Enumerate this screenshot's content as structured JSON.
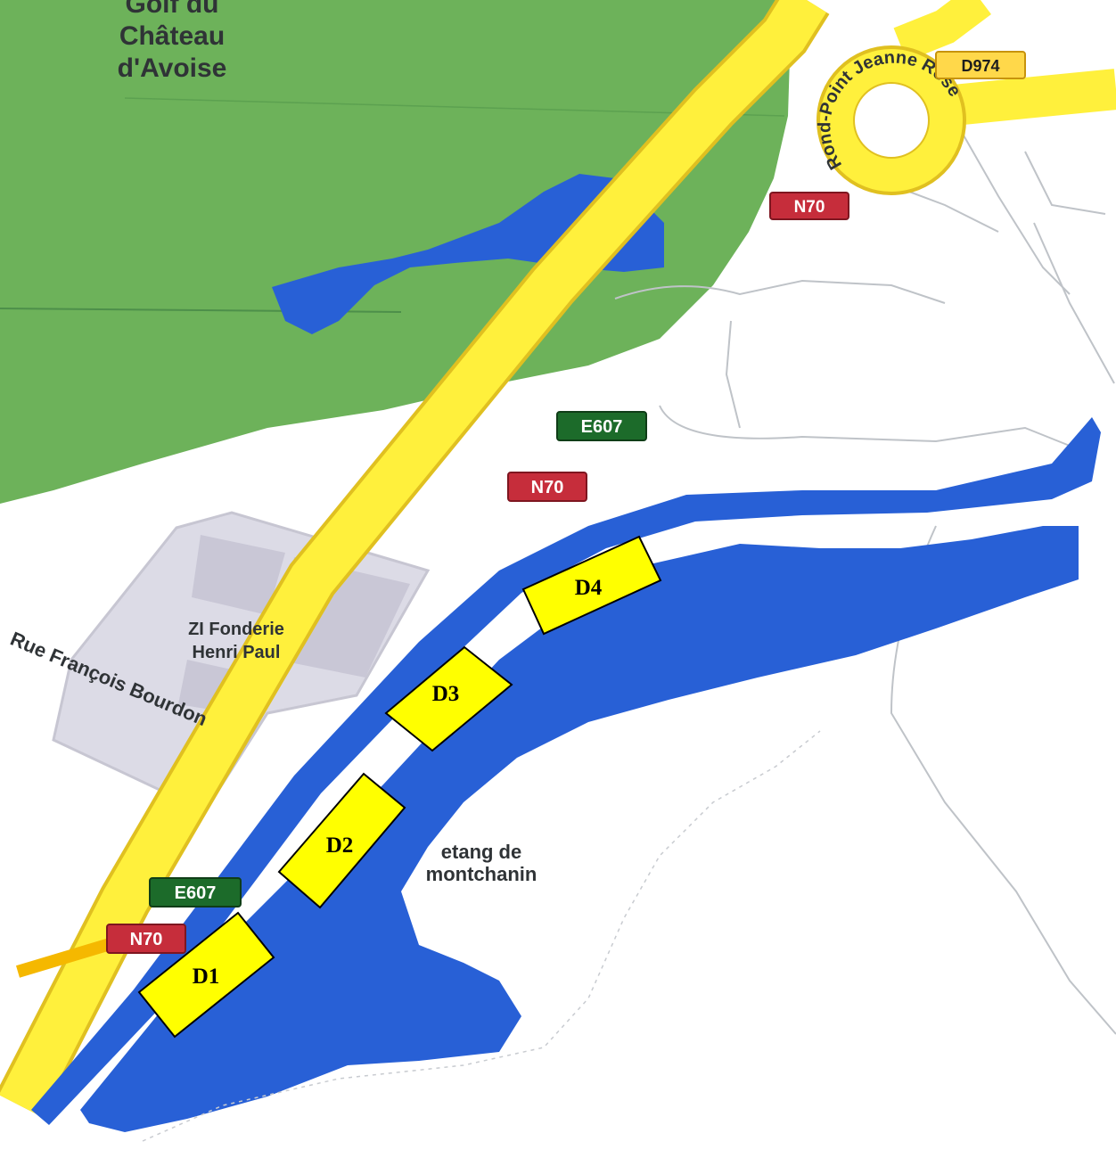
{
  "map": {
    "colors": {
      "land": "#ffffff",
      "golf_course": "#6db25a",
      "water": "#2860d6",
      "road": "#fff03c",
      "road_edge": "#e0c020",
      "industrial": "#dcdbe6",
      "building": "#c9c7d6",
      "national_route": "#c62d3b",
      "european_route": "#1c6b2a",
      "departmental_route": "#ffd84a",
      "zone_fill": "#ffff00",
      "zone_stroke": "#000000"
    },
    "labels": {
      "golf_line1": "Golf du",
      "golf_line2": "Château",
      "golf_line3": "d'Avoise",
      "roundabout": "Rond-Point Jeanne Rose",
      "industrial_line1": "ZI Fonderie",
      "industrial_line2": "Henri Paul",
      "street": "Rue François Bourdon",
      "lake_line1": "etang de",
      "lake_line2": "montchanin"
    },
    "road_shields": {
      "d974": "D974",
      "n70_top": "N70",
      "e607_mid": "E607",
      "n70_mid": "N70",
      "e607_bottom": "E607",
      "n70_bottom": "N70"
    },
    "zones": {
      "d1": "D1",
      "d2": "D2",
      "d3": "D3",
      "d4": "D4"
    }
  }
}
